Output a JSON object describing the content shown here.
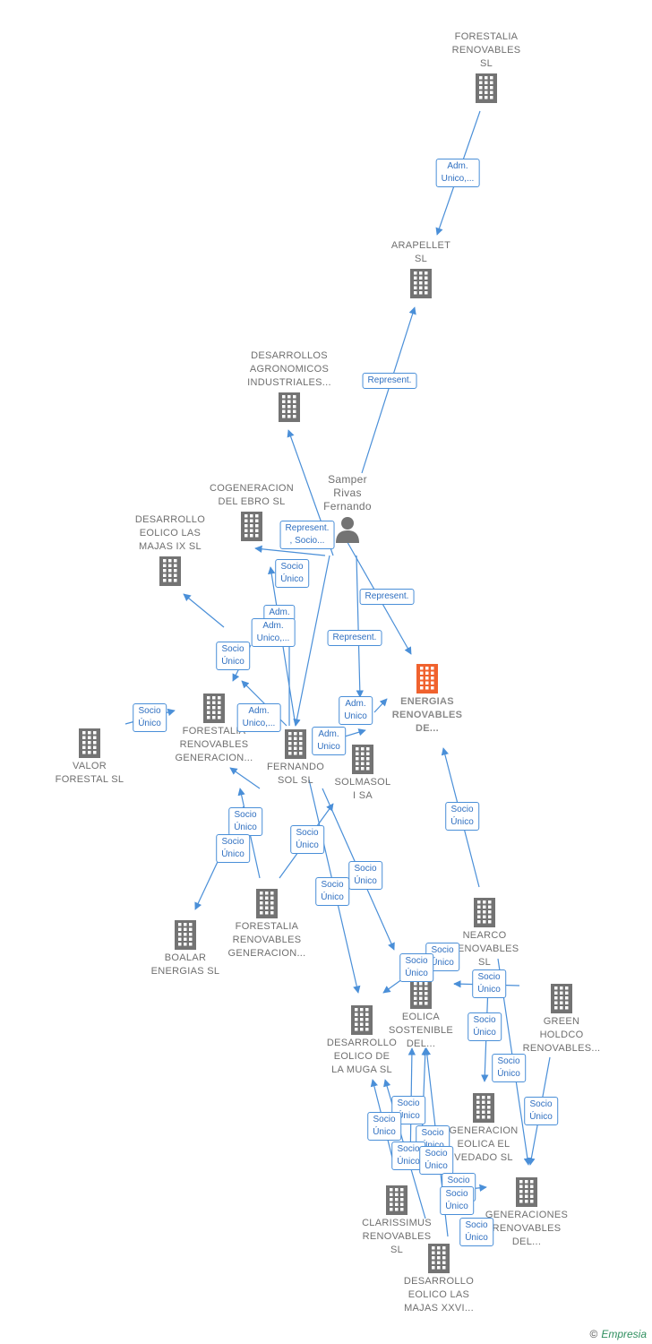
{
  "nodes": [
    {
      "id": "forestalia",
      "label": "FORESTALIA\nRENOVABLES\nSL",
      "kind": "company"
    },
    {
      "id": "arapellet",
      "label": "ARAPELLET\nSL",
      "kind": "company"
    },
    {
      "id": "agronomicos",
      "label": "DESARROLLOS\nAGRONOMICOS\nINDUSTRIALES...",
      "kind": "company"
    },
    {
      "id": "samper",
      "label": "Samper\nRivas\nFernando",
      "kind": "person"
    },
    {
      "id": "cogeneracion",
      "label": "COGENERACION\nDEL EBRO  SL",
      "kind": "company"
    },
    {
      "id": "majasix",
      "label": "DESARROLLO\nEOLICO LAS\nMAJAS IX  SL",
      "kind": "company"
    },
    {
      "id": "energias",
      "label": "ENERGIAS\nRENOVABLES\nDE...",
      "kind": "focus"
    },
    {
      "id": "valor",
      "label": "VALOR\nFORESTAL SL",
      "kind": "company"
    },
    {
      "id": "forgen1",
      "label": "FORESTALIA\nRENOVABLES\nGENERACION...",
      "kind": "company"
    },
    {
      "id": "fernandosol",
      "label": "FERNANDO\nSOL SL",
      "kind": "company"
    },
    {
      "id": "solmasol",
      "label": "SOLMASOL\nI SA",
      "kind": "company"
    },
    {
      "id": "boalar",
      "label": "BOALAR\nENERGIAS  SL",
      "kind": "company"
    },
    {
      "id": "forgen2",
      "label": "FORESTALIA\nRENOVABLES\nGENERACION...",
      "kind": "company"
    },
    {
      "id": "nearco",
      "label": "NEARCO\nRENOVABLES\nSL",
      "kind": "company"
    },
    {
      "id": "eolicasost",
      "label": "EOLICA\nSOSTENIBLE\nDEL...",
      "kind": "company"
    },
    {
      "id": "green",
      "label": "GREEN\nHOLDCO\nRENOVABLES...",
      "kind": "company"
    },
    {
      "id": "muga",
      "label": "DESARROLLO\nEOLICO DE\nLA MUGA SL",
      "kind": "company"
    },
    {
      "id": "vedado",
      "label": "GENERACION\nEOLICA EL\nVEDADO SL",
      "kind": "company"
    },
    {
      "id": "genrenov",
      "label": "GENERACIONES\nRENOVABLES\nDEL...",
      "kind": "company"
    },
    {
      "id": "clarissimus",
      "label": "CLARISSIMUS\nRENOVABLES\nSL",
      "kind": "company"
    },
    {
      "id": "majasxxvi",
      "label": "DESARROLLO\nEOLICO LAS\nMAJAS XXVI...",
      "kind": "company"
    }
  ],
  "edge_labels": [
    "Adm.\nUnico,...",
    "Represent.",
    "Represent.\n, Socio...",
    "Socio\nÚnico",
    "Adm.",
    "Adm.\nUnico,...",
    "Socio\nÚnico",
    "Represent.",
    "Represent.",
    "Adm.\nUnico",
    "Adm.\nUnico",
    "Socio\nÚnico",
    "Adm.\nUnico,...",
    "Socio\nÚnico",
    "Socio\nÚnico",
    "Socio\nÚnico",
    "Socio\nÚnico",
    "Socio\nÚnico",
    "Socio\nÚnico",
    "Socio\nÚnico",
    "Socio\nÚnico",
    "Socio\nÚnico",
    "Socio\nÚnico",
    "Socio\nÚnico",
    "Socio\nÚnico",
    "Socio\nÚnico",
    "Socio\nÚnico",
    "Socio\nÚnico",
    "Socio\nÚnico",
    "Socio\nÚnico",
    "Socio\nÚnico",
    "Socio\nÚnico",
    "Socio\nÚnico"
  ],
  "footer": {
    "copyright": "©",
    "brand": "Empresia"
  },
  "colors": {
    "edge": "#4a8fd8",
    "building": "#737373",
    "focus": "#f0622e"
  }
}
